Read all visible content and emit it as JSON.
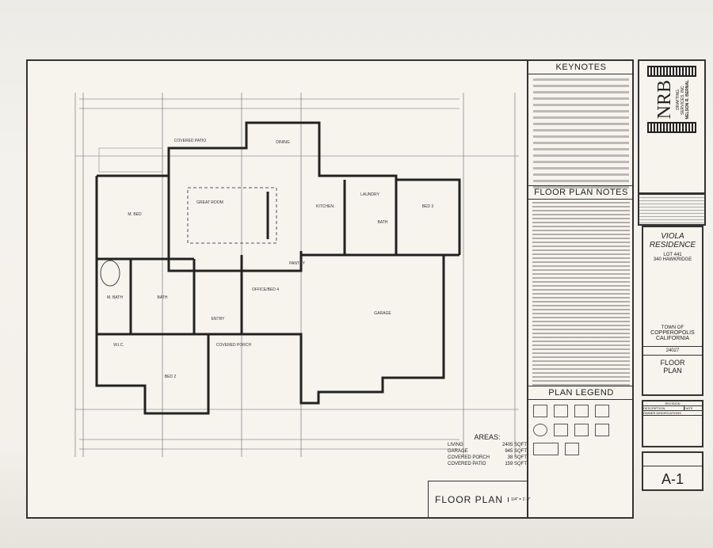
{
  "plan": {
    "rooms": [
      "COVERED PATIO",
      "DINING",
      "GREAT ROOM",
      "M. BED",
      "KITCHEN",
      "LAUNDRY",
      "BATH",
      "BED 3",
      "M. BATH",
      "BATH",
      "W.I.C.",
      "OFFICE/BED 4",
      "PANTRY",
      "GARAGE",
      "ENTRY",
      "BED 2",
      "COVERED PORCH"
    ],
    "title": "FLOOR PLAN",
    "scale": "1/4\" = 1'-0\"",
    "areas_title": "AREAS:",
    "areas": [
      {
        "label": "LIVING",
        "value": "2405 SQFT"
      },
      {
        "label": "GARAGE",
        "value": "945 SQFT"
      },
      {
        "label": "COVERED PORCH",
        "value": "38 SQFT"
      },
      {
        "label": "COVERED PATIO",
        "value": "159 SQFT"
      }
    ]
  },
  "notes": {
    "keynotes_title": "KEYNOTES",
    "floor_plan_notes_title": "FLOOR PLAN NOTES",
    "plan_legend_title": "PLAN LEGEND"
  },
  "titleblock": {
    "logo": "NRB",
    "firm": [
      "DRAFTING",
      "SERVICES, INC.",
      "NELSON R. BERNAL"
    ],
    "project": "VIOLA RESIDENCE",
    "lot": "LOT 441",
    "address": "340 HAWKRIDGE",
    "town": [
      "TOWN OF",
      "COPPEROPOLIS",
      "CALIFORNIA"
    ],
    "job_no": "24027",
    "sheet_title": [
      "FLOOR",
      "PLAN"
    ],
    "revision_header": "REVISION",
    "revision_cols": [
      "DESCRIPTION",
      "DATE"
    ],
    "revision_row": "OWNER MODIFICATIONS",
    "sheet": "A-1"
  }
}
